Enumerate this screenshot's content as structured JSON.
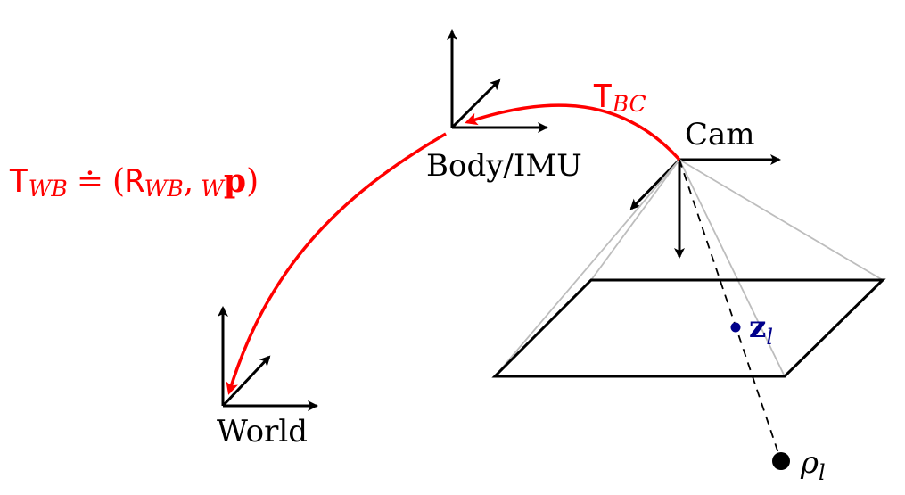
{
  "colors": {
    "transform": "#ff0000",
    "axes": "#000000",
    "frustum": "#bdbdbd",
    "measurement": "#00008b",
    "background": "#ffffff"
  },
  "frames": {
    "world_label": "World",
    "body_label": "Body/IMU",
    "cam_label": "Cam"
  },
  "transforms": {
    "t_bc": {
      "symbol": "T",
      "subscript": "BC"
    },
    "t_wb": {
      "symbol": "T",
      "subscript": "WB",
      "relation": "≐",
      "open": "(",
      "rot_symbol": "R",
      "rot_subscript": "WB",
      "separator": ",",
      "pos_prefix": "W",
      "pos_symbol": "p",
      "close": ")"
    }
  },
  "measurement": {
    "symbol": "z",
    "subscript": "l"
  },
  "landmark": {
    "symbol": "ρ",
    "subscript": "l"
  }
}
